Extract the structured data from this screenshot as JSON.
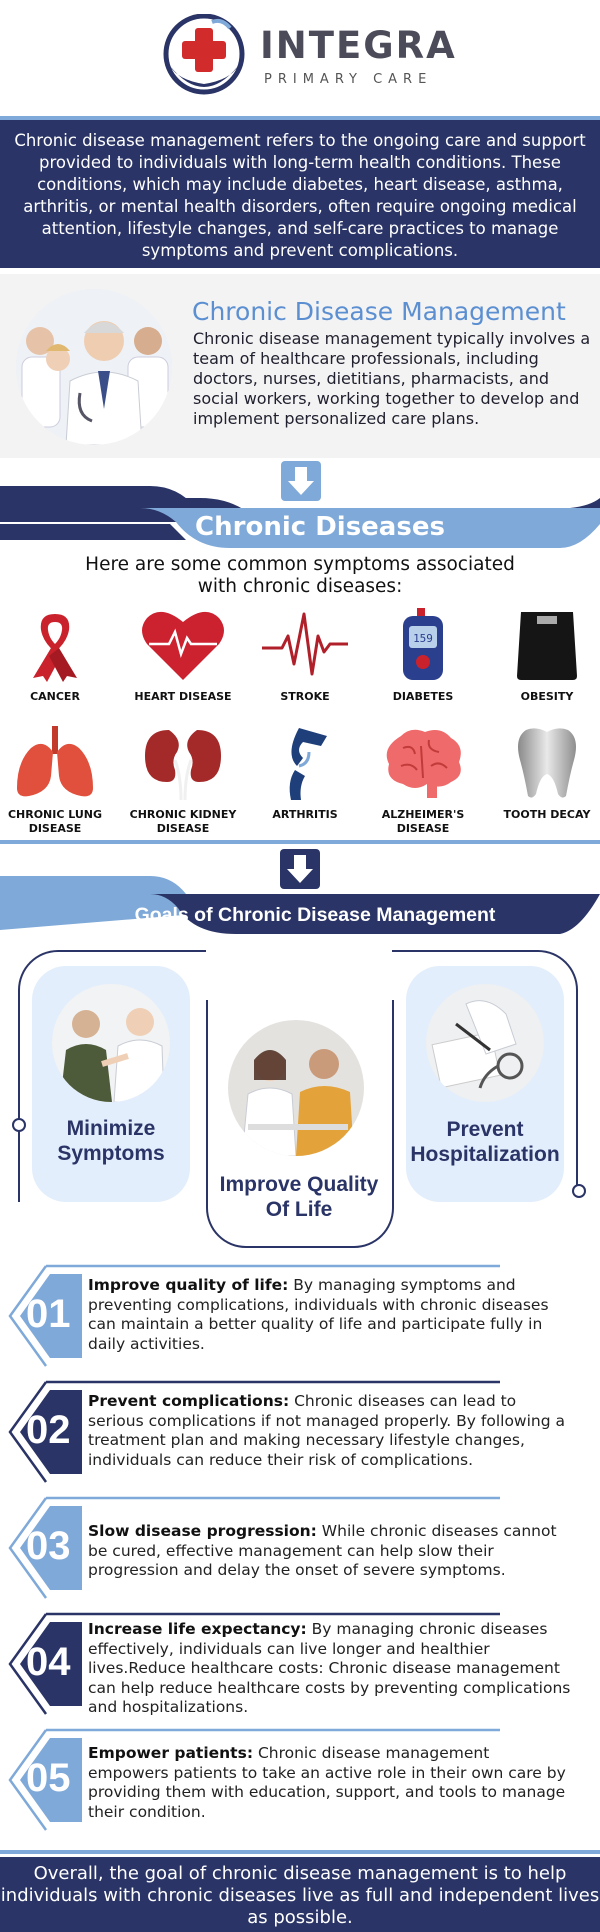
{
  "brand": {
    "name": "INTEGRA",
    "subtitle": "PRIMARY CARE",
    "primary_color": "#2a3466",
    "accent_color": "#7fa9d8",
    "cross_color": "#d22b2b"
  },
  "intro": {
    "text": "Chronic disease management refers to the ongoing care and support provided to individuals with long-term health conditions. These conditions, which may include diabetes, heart disease, asthma, arthritis, or mental health disorders, often require ongoing medical attention, lifestyle changes, and self-care practices to manage symptoms and prevent complications."
  },
  "cdm": {
    "title": "Chronic Disease Management",
    "text": "Chronic disease management typically involves a team of healthcare professionals, including doctors, nurses, dietitians, pharmacists, and social workers, working together to develop and implement personalized care plans."
  },
  "diseases": {
    "title": "Chronic Diseases",
    "intro_line1": "Here are some common symptoms associated",
    "intro_line2": "with chronic diseases:",
    "row1": [
      {
        "label": "CANCER",
        "icon": "cancer-ribbon-icon"
      },
      {
        "label": "HEART DISEASE",
        "icon": "heart-icon"
      },
      {
        "label": "STROKE",
        "icon": "heartbeat-line-icon"
      },
      {
        "label": "DIABETES",
        "icon": "glucose-meter-icon"
      },
      {
        "label": "OBESITY",
        "icon": "weight-scale-icon"
      }
    ],
    "row2": [
      {
        "label": "CHRONIC LUNG DISEASE",
        "icon": "lungs-icon"
      },
      {
        "label": "CHRONIC KIDNEY DISEASE",
        "icon": "kidneys-icon"
      },
      {
        "label": "ARTHRITIS",
        "icon": "knee-joint-icon"
      },
      {
        "label": "ALZHEIMER'S DISEASE",
        "icon": "brain-icon"
      },
      {
        "label": "TOOTH DECAY",
        "icon": "tooth-icon"
      }
    ]
  },
  "goals": {
    "title": "Goals of Chronic Disease Management",
    "cards": [
      {
        "label_line1": "Minimize",
        "label_line2": "Symptoms"
      },
      {
        "label_line1": "Improve Quality",
        "label_line2": "Of Life"
      },
      {
        "label_line1": "Prevent",
        "label_line2": "Hospitalization"
      }
    ]
  },
  "points": [
    {
      "num": "01",
      "heading": "Improve quality of life:",
      "body": " By managing symptoms and preventing complications, individuals with chronic diseases can maintain a better quality of life and participate fully in daily activities."
    },
    {
      "num": "02",
      "heading": "Prevent complications:",
      "body": " Chronic diseases can lead to serious complications if not managed properly. By following a treatment plan and making necessary lifestyle changes, individuals can reduce their risk of complications."
    },
    {
      "num": "03",
      "heading": "Slow disease progression:",
      "body": " While chronic diseases cannot be cured, effective management can help slow their progression and delay the onset of severe symptoms."
    },
    {
      "num": "04",
      "heading": "Increase life expectancy:",
      "body": " By managing chronic diseases effectively, individuals can live longer and healthier lives.Reduce healthcare costs: Chronic disease management can help reduce healthcare costs by preventing complications and hospitalizations."
    },
    {
      "num": "05",
      "heading": "Empower patients:",
      "body": " Chronic disease management empowers patients to take an active role in their own care by providing them with education, support, and tools to manage their condition."
    }
  ],
  "footer": {
    "text": "Overall, the goal of chronic disease management is to help individuals with chronic diseases live as full and independent lives as possible."
  }
}
